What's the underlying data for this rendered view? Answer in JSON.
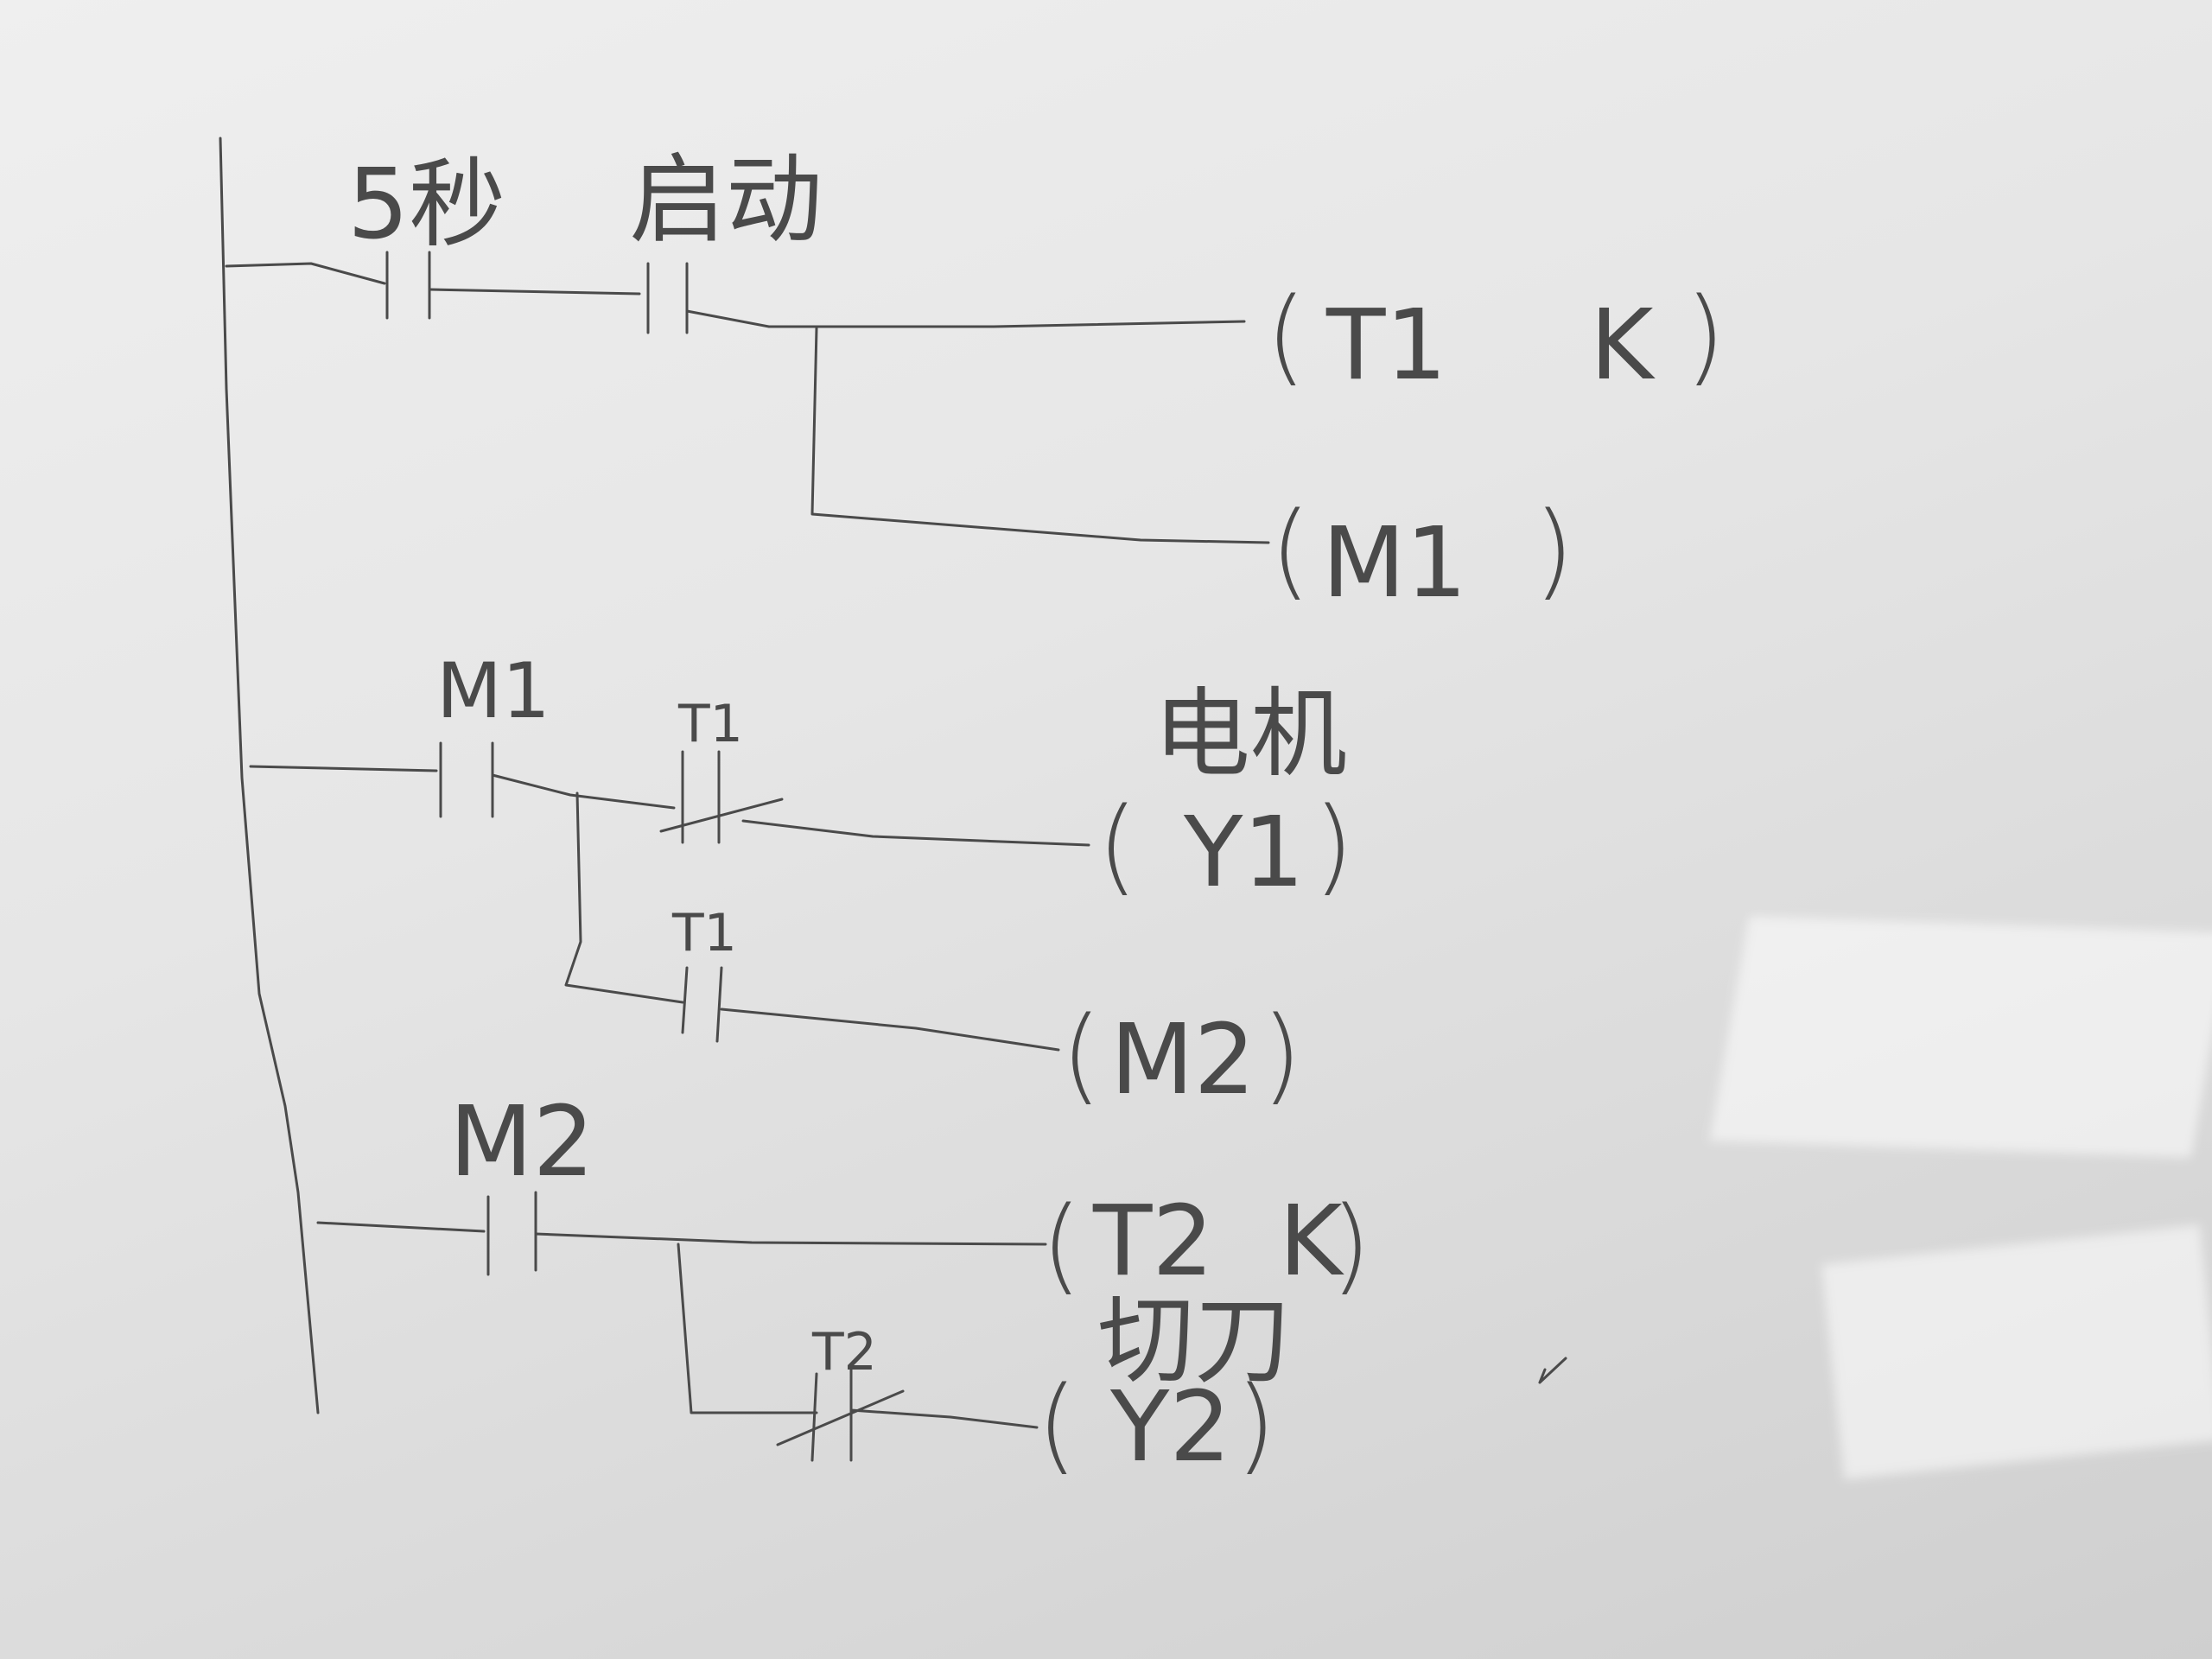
{
  "rungs": [
    {
      "contacts": [
        {
          "label": "5秒",
          "type": "NO"
        },
        {
          "label": "启动",
          "type": "NO"
        }
      ],
      "outputs": [
        {
          "coil": "T1",
          "param": "K"
        },
        {
          "coil": "M1"
        }
      ]
    },
    {
      "contacts": [
        {
          "label": "M1",
          "type": "NO"
        },
        {
          "label": "T1",
          "type": "NC"
        },
        {
          "label": "T1",
          "type": "NO"
        }
      ],
      "outputs": [
        {
          "coil": "Y1",
          "caption": "电机"
        },
        {
          "coil": "M2"
        }
      ]
    },
    {
      "contacts": [
        {
          "label": "M2",
          "type": "NO"
        },
        {
          "label": "T2",
          "type": "NC"
        }
      ],
      "outputs": [
        {
          "coil": "T2",
          "param": "K"
        },
        {
          "coil": "Y2",
          "caption": "切刀"
        }
      ]
    }
  ]
}
